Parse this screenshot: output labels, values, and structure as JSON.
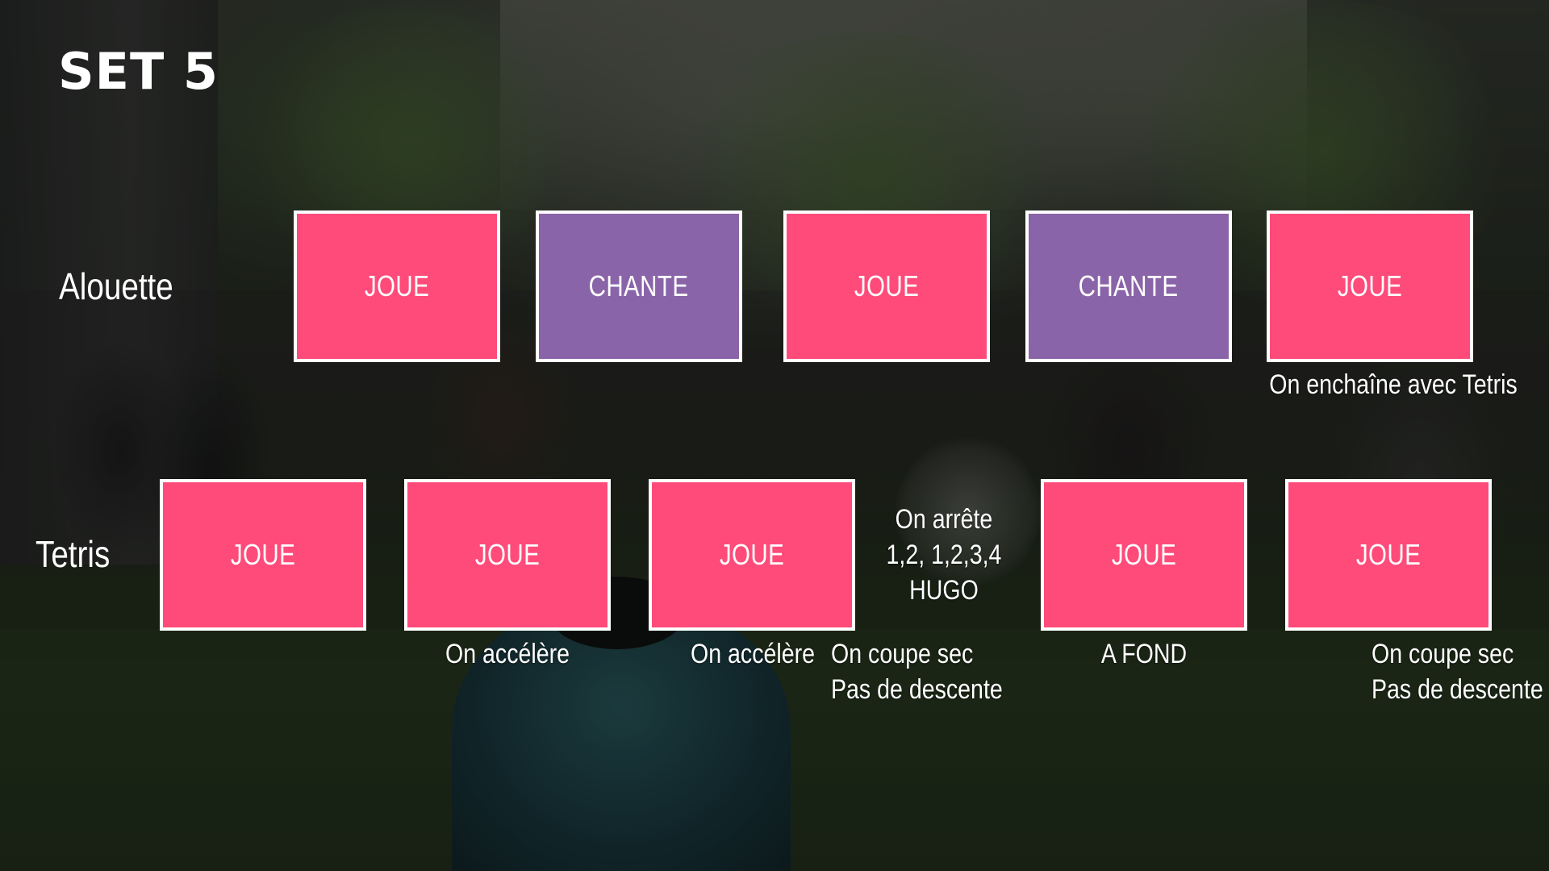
{
  "slide": {
    "title": "SET 5",
    "colors": {
      "joue": "#ff4b7a",
      "chante": "#8a64a8",
      "card_border": "#ffffff",
      "text": "#ffffff"
    }
  },
  "rows": [
    {
      "label": "Alouette",
      "cards": [
        {
          "type": "joue",
          "label": "JOUE"
        },
        {
          "type": "chante",
          "label": "CHANTE"
        },
        {
          "type": "joue",
          "label": "JOUE"
        },
        {
          "type": "chante",
          "label": "CHANTE"
        },
        {
          "type": "joue",
          "label": "JOUE"
        }
      ],
      "notes": {
        "card_5": "On enchaîne avec Tetris"
      }
    },
    {
      "label": "Tetris",
      "cards": [
        {
          "type": "joue",
          "label": "JOUE"
        },
        {
          "type": "joue",
          "label": "JOUE"
        },
        {
          "type": "joue",
          "label": "JOUE"
        },
        {
          "type": "joue",
          "label": "JOUE"
        },
        {
          "type": "joue",
          "label": "JOUE"
        }
      ],
      "notes": {
        "card_2": "On accélère",
        "card_3": "On accélère",
        "between_3_4": [
          "On arrête",
          "1,2, 1,2,3,4",
          "HUGO"
        ],
        "after_3": [
          "On coupe sec",
          "Pas de descente"
        ],
        "card_4": "A FOND",
        "card_5": [
          "On coupe sec",
          "Pas de descente"
        ]
      }
    }
  ]
}
